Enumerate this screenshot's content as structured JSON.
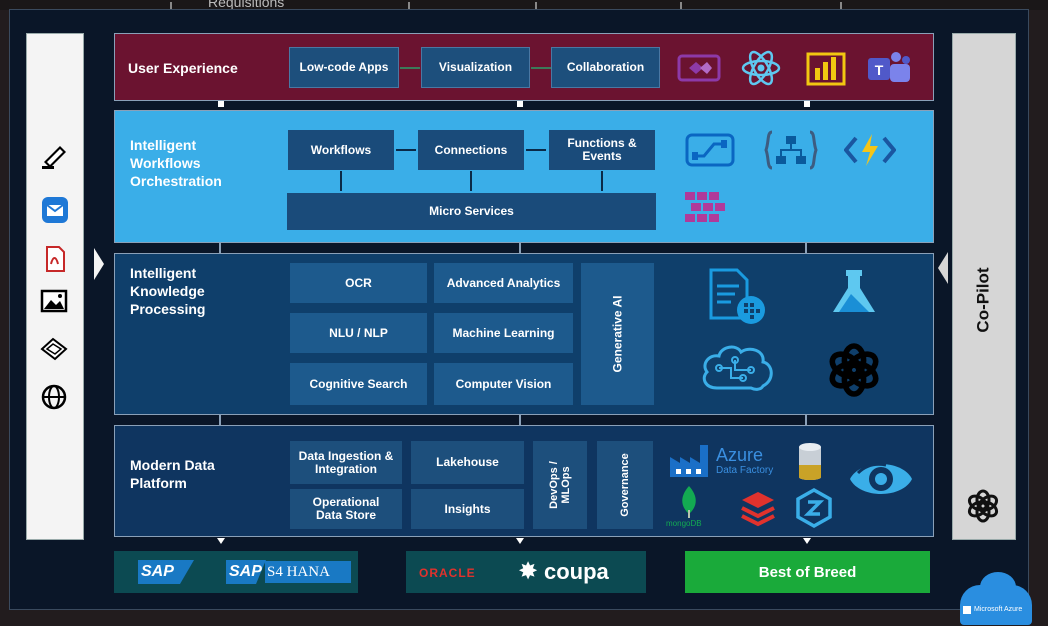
{
  "header_fragment": "Requisitions",
  "layers": {
    "user_experience": {
      "title": "User Experience",
      "boxes": [
        "Low-code Apps",
        "Visualization",
        "Collaboration"
      ],
      "icons": [
        "power-apps-icon",
        "react-icon",
        "power-bi-icon",
        "teams-icon"
      ]
    },
    "workflows": {
      "title": "Intelligent Workflows Orchestration",
      "boxes": [
        "Workflows",
        "Connections",
        "Functions & Events"
      ],
      "micro": "Micro Services",
      "icons": [
        "power-automate-icon",
        "logic-apps-icon",
        "azure-functions-icon",
        "service-fabric-icon"
      ]
    },
    "knowledge": {
      "title": "Intelligent Knowledge Processing",
      "boxes": [
        "OCR",
        "Advanced Analytics",
        "NLU / NLP",
        "Machine Learning",
        "Cognitive Search",
        "Computer Vision"
      ],
      "genai": "Generative AI",
      "icons": [
        "form-recognizer-icon",
        "azure-ml-icon",
        "cognitive-services-icon",
        "openai-icon"
      ]
    },
    "data": {
      "title": "Modern Data Platform",
      "boxes": [
        "Data Ingestion & Integration",
        "Lakehouse",
        "Operational Data Store",
        "Insights"
      ],
      "devops": "DevOps / MLOps",
      "governance": "Governance",
      "azure_label": "Azure",
      "adf_label": "Data Factory",
      "mongo_label": "mongoDB",
      "icons": [
        "data-factory-icon",
        "sql-database-icon",
        "mongodb-icon",
        "databricks-icon",
        "synapse-icon",
        "purview-icon"
      ]
    }
  },
  "left_icons": [
    "scanner-icon",
    "email-icon",
    "pdf-icon",
    "image-icon",
    "document-stack-icon",
    "globe-icon"
  ],
  "copilot": "Co-Pilot",
  "systems": {
    "sap": "SAP",
    "sap_s4": "SAP",
    "s4hana": "S4 HANA",
    "oracle": "ORACLE",
    "coupa": "coupa",
    "best": "Best of Breed"
  },
  "azure_badge": "Microsoft Azure",
  "colors": {
    "ux_layer": "#6b1330",
    "workflow_layer": "#3aaee8",
    "knowledge_layer": "#0f3f6b",
    "data_layer": "#0f3560",
    "best_of_breed": "#1aaa3a",
    "sap_band": "#0c4a52"
  }
}
